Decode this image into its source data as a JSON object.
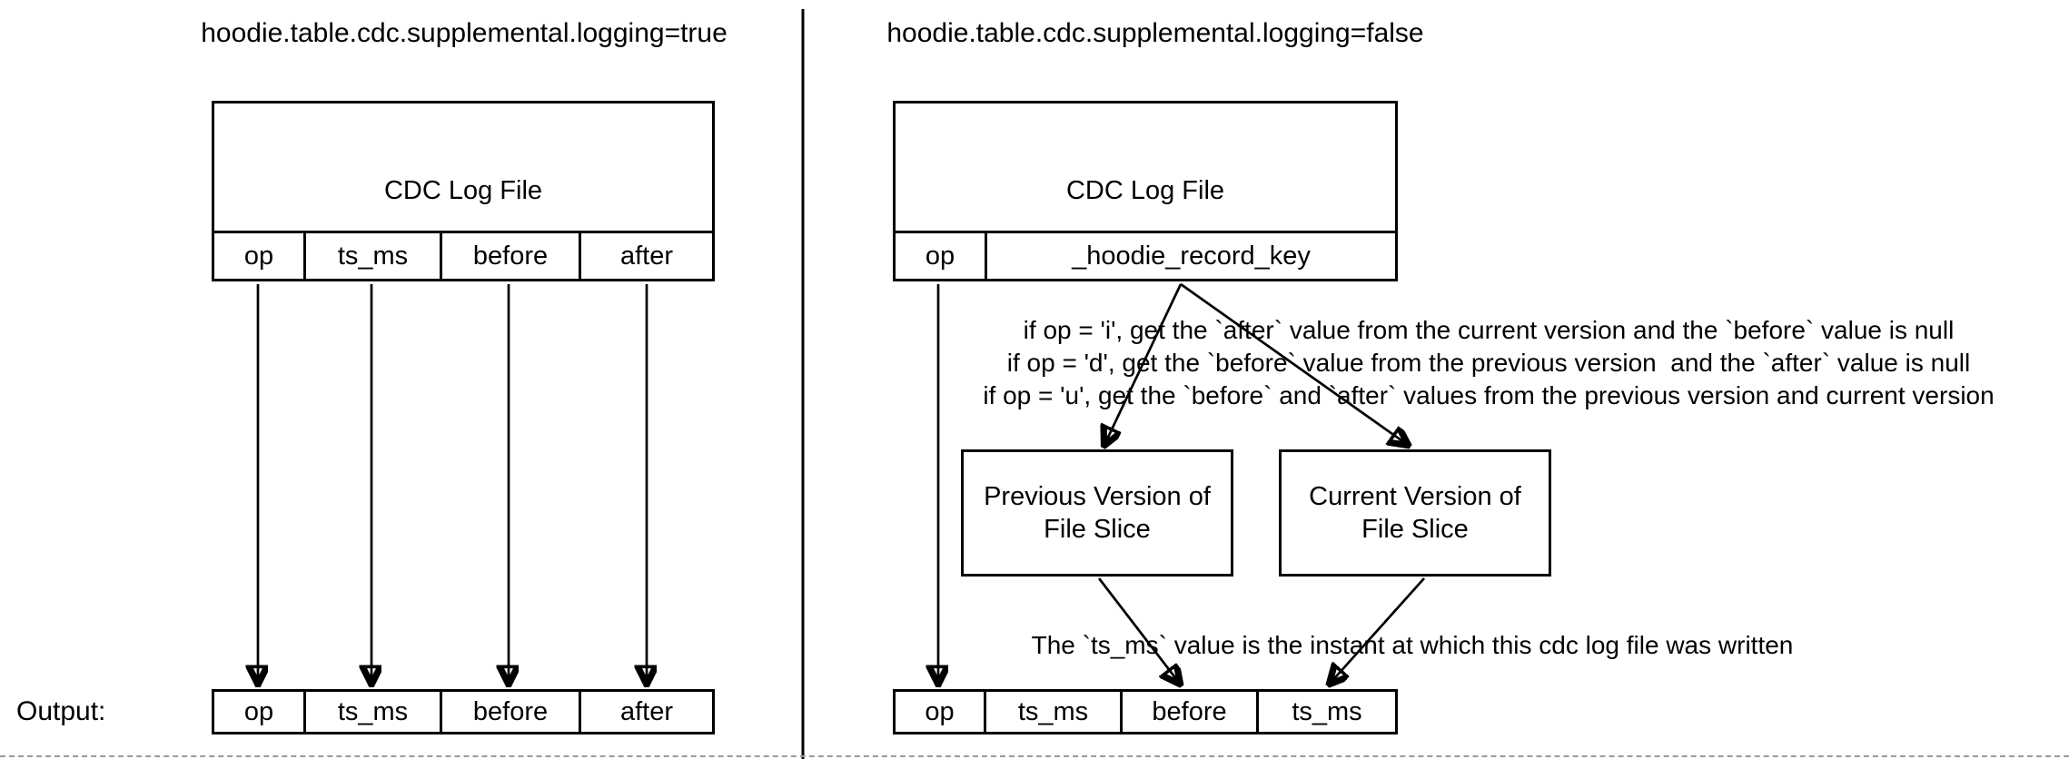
{
  "left_panel": {
    "title": "hoodie.table.cdc.supplemental.logging=true",
    "cdc_log_box": {
      "label": "CDC Log File",
      "columns": [
        "op",
        "ts_ms",
        "before",
        "after"
      ]
    },
    "output_label": "Output:",
    "output_row": {
      "columns": [
        "op",
        "ts_ms",
        "before",
        "after"
      ]
    }
  },
  "right_panel": {
    "title": "hoodie.table.cdc.supplemental.logging=false",
    "cdc_log_box": {
      "label": "CDC Log File",
      "columns": [
        "op",
        "_hoodie_record_key"
      ]
    },
    "op_rules": [
      "if op = 'i', get the `after` value from the current version and the `before` value is null",
      "if op = 'd', get the `before` value from the previous version  and the `after` value is null",
      "if op = 'u', get the `before` and `after` values from the previous version and current version"
    ],
    "previous_version_box": {
      "label": "Previous Version of File Slice"
    },
    "current_version_box": {
      "label": "Current Version of File Slice"
    },
    "ts_ms_note": "The `ts_ms` value is the instant at which this cdc log file was written",
    "output_row": {
      "columns": [
        "op",
        "ts_ms",
        "before",
        "ts_ms"
      ]
    }
  },
  "colors": {
    "ink": "#000000",
    "background": "#ffffff",
    "page_edge_dash": "#9a9a9a"
  }
}
